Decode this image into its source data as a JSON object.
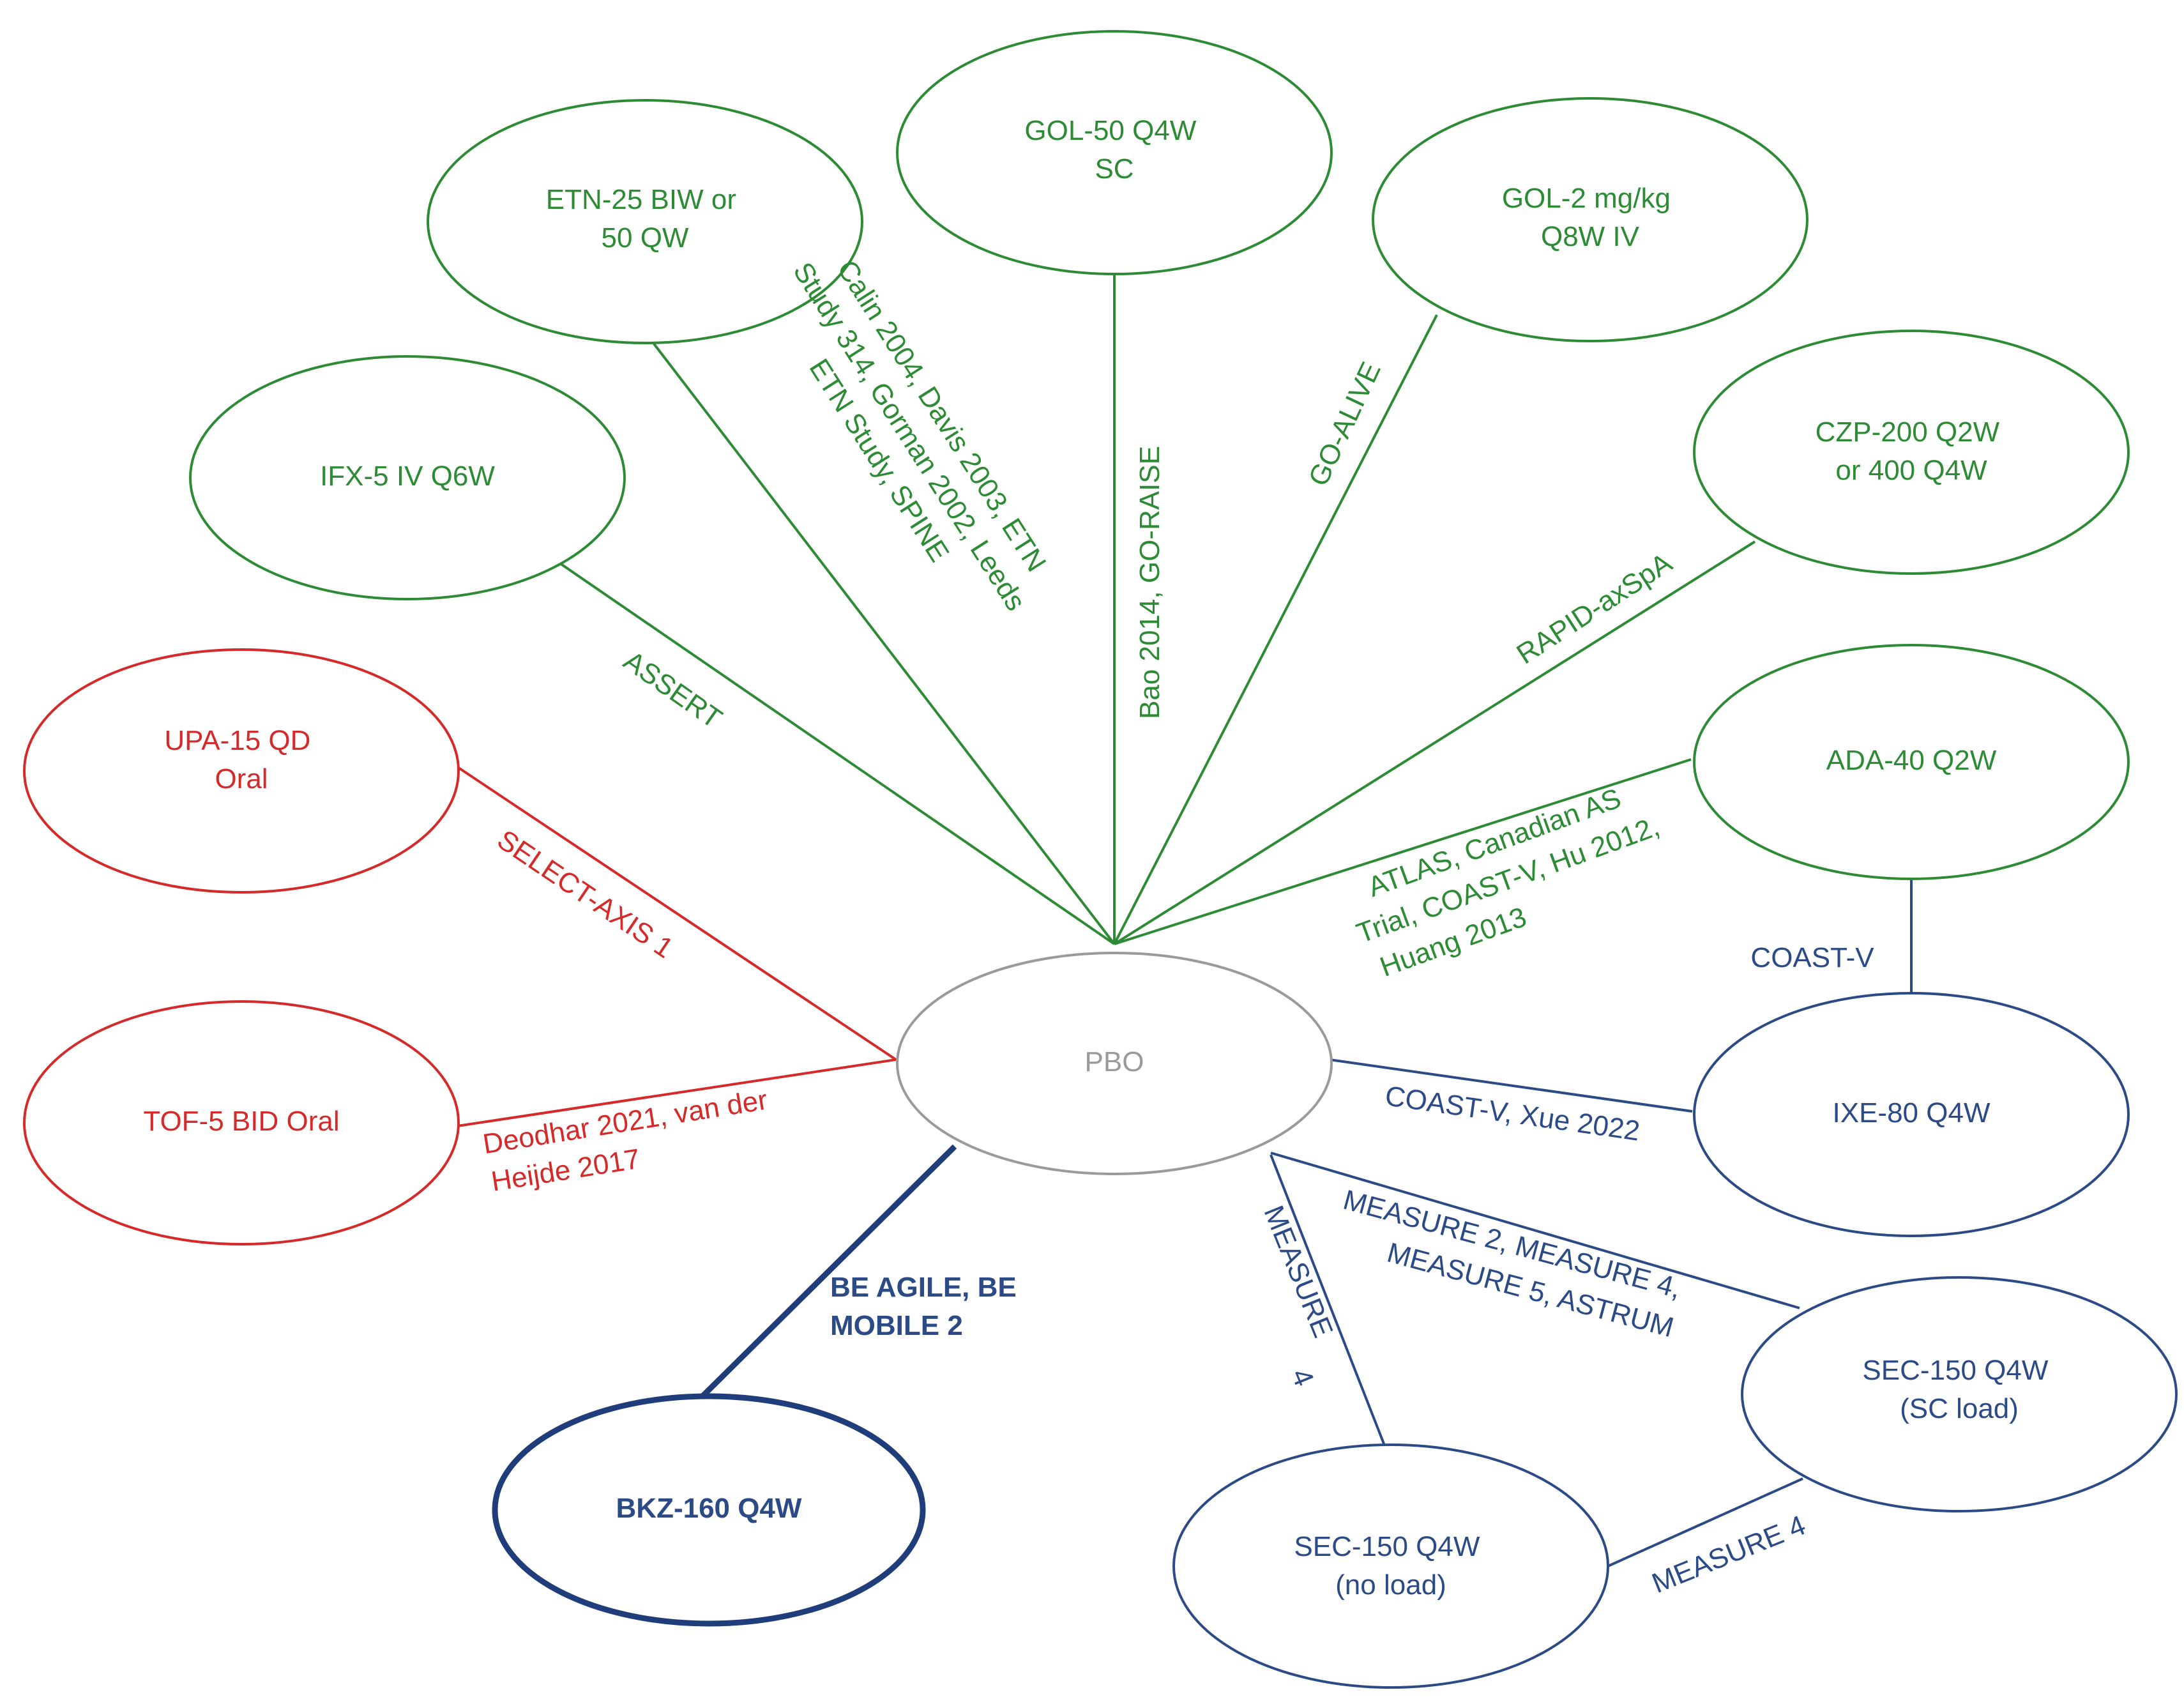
{
  "colors": {
    "green": "#2e8b35",
    "red": "#d62a2a",
    "blue": "#2b4a86",
    "navy": "#1f3d7a",
    "gray": "#9a9a9a"
  },
  "nodes": {
    "pbo": {
      "lines": [
        "PBO"
      ]
    },
    "etn": {
      "lines": [
        "ETN-25 BIW or",
        "50 QW"
      ]
    },
    "gol50": {
      "lines": [
        "GOL-50 Q4W",
        "SC"
      ]
    },
    "gol2": {
      "lines": [
        "GOL-2 mg/kg",
        "Q8W IV"
      ]
    },
    "ifx": {
      "lines": [
        "IFX-5 IV Q6W"
      ]
    },
    "czp": {
      "lines": [
        "CZP-200 Q2W",
        "or 400 Q4W"
      ]
    },
    "upa": {
      "lines": [
        "UPA-15 QD",
        "Oral"
      ]
    },
    "ada": {
      "lines": [
        "ADA-40 Q2W"
      ]
    },
    "tof": {
      "lines": [
        "TOF-5 BID Oral"
      ]
    },
    "ixe": {
      "lines": [
        "IXE-80 Q4W"
      ]
    },
    "bkz": {
      "lines": [
        "BKZ-160 Q4W"
      ]
    },
    "sec_load": {
      "lines": [
        "SEC-150 Q4W",
        "(SC load)"
      ]
    },
    "sec_noload": {
      "lines": [
        "SEC-150 Q4W",
        "(no load)"
      ]
    }
  },
  "edges": {
    "etn_pbo": {
      "lines": [
        "Calin 2004, Davis 2003, ETN",
        "Study 314, Gorman 2002, Leeds",
        "ETN Study, SPINE"
      ]
    },
    "gol50_pbo": {
      "lines": [
        "Bao 2014, GO-RAISE"
      ]
    },
    "gol2_pbo": {
      "lines": [
        "GO-ALIVE"
      ]
    },
    "ifx_pbo": {
      "lines": [
        "ASSERT"
      ]
    },
    "czp_pbo": {
      "lines": [
        "RAPID-axSpA"
      ]
    },
    "ada_pbo": {
      "lines": [
        "ATLAS, Canadian AS",
        "Trial, COAST-V, Hu 2012,",
        "Huang 2013"
      ]
    },
    "upa_pbo": {
      "lines": [
        "SELECT-AXIS 1"
      ]
    },
    "tof_pbo": {
      "lines": [
        "Deodhar 2021, van der",
        "Heijde 2017"
      ]
    },
    "ada_ixe": {
      "lines": [
        "COAST-V"
      ]
    },
    "ixe_pbo": {
      "lines": [
        "COAST-V, Xue 2022"
      ]
    },
    "bkz_pbo": {
      "lines": [
        "BE AGILE,  BE",
        "MOBILE 2"
      ]
    },
    "secload_pbo": {
      "lines": [
        "MEASURE 2, MEASURE  4,",
        "MEASURE 5, ASTRUM"
      ]
    },
    "secnoload_pbo": {
      "lines": [
        "MEASURE",
        "4"
      ]
    },
    "secnoload_secload": {
      "lines": [
        "MEASURE 4"
      ]
    }
  }
}
